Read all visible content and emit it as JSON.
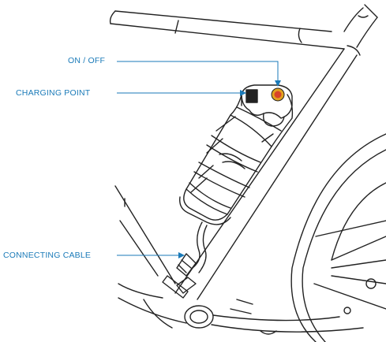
{
  "callouts": {
    "on_off": "ON / OFF",
    "charging_point": "CHARGING POINT",
    "connecting_cable": "CONNECTING CABLE"
  },
  "colors": {
    "callout_text": "#1a7ab8",
    "leader_line": "#1a7ab8",
    "linework": "#222222",
    "button_outer": "#e2a21f",
    "button_inner": "#d8432a"
  }
}
